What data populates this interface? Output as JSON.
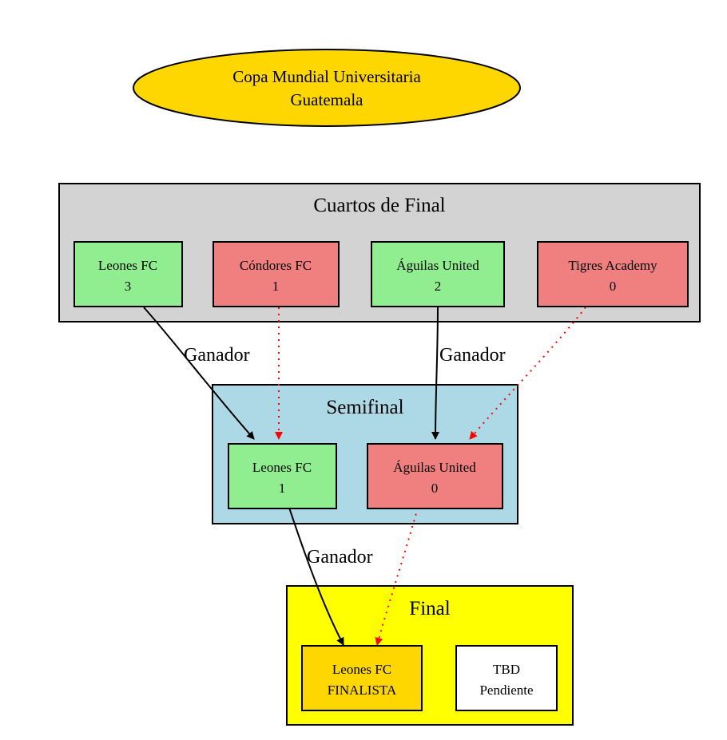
{
  "title": {
    "line1": "Copa Mundial Universitaria",
    "line2": "Guatemala"
  },
  "clusters": {
    "quarters": "Cuartos de Final",
    "semis": "Semifinal",
    "final": "Final"
  },
  "nodes": {
    "q1": {
      "name": "Leones FC",
      "score": "3"
    },
    "q2": {
      "name": "Cóndores FC",
      "score": "1"
    },
    "q3": {
      "name": "Águilas United",
      "score": "2"
    },
    "q4": {
      "name": "Tigres Academy",
      "score": "0"
    },
    "s1": {
      "name": "Leones FC",
      "score": "1"
    },
    "s2": {
      "name": "Águilas United",
      "score": "0"
    },
    "f1": {
      "name": "Leones FC",
      "score": "FINALISTA"
    },
    "f2": {
      "name": "TBD",
      "score": "Pendiente"
    }
  },
  "edge_labels": {
    "q1_s1": "Ganador",
    "q3_s2": "Ganador",
    "s1_f1": "Ganador"
  },
  "colors": {
    "title_fill": "#ffd700",
    "quarters_bg": "#d3d3d3",
    "semis_bg": "#add8e6",
    "final_bg": "#ffff00",
    "winner": "#90ee90",
    "loser": "#f08080",
    "finalist": "#ffd700",
    "pending": "#ffffff",
    "loser_edge": "#ff0000"
  }
}
